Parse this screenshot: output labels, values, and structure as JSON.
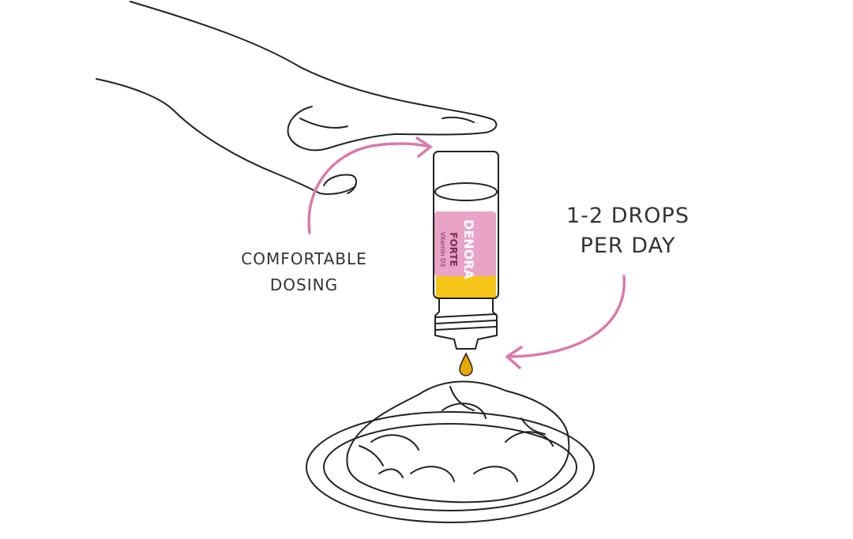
{
  "captions": {
    "left_line1": "COMFORTABLE",
    "left_line2": "DOSING",
    "right_line1": "1-2 DROPS",
    "right_line2": "PER DAY"
  },
  "bottle_label": {
    "brand": "DENORA",
    "product": "FORTE",
    "subtitle": "Vitamin D3"
  },
  "colors": {
    "accent": "#d97aa8",
    "label": "#e9a3c6",
    "liquid": "#f5c518",
    "ink": "#222222"
  }
}
